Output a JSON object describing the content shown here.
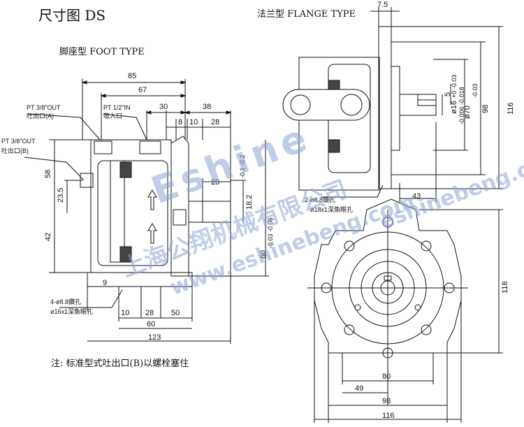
{
  "titles": {
    "main": "尺寸图 DS",
    "foot": "脚座型 FOOT TYPE",
    "flange": "法兰型 FLANGE TYPE"
  },
  "foot_labels": {
    "pt_out_a": "PT 3/8\"OUT",
    "pt_out_a_cn": "吐出口(A)",
    "pt_in": "PT 1/2\"IN",
    "pt_in_cn": "吸入口",
    "pt_out_b": "PT 3/8\"OUT",
    "pt_out_b_cn": "吐出口(B)",
    "holes1": "4-ø8.8鑽孔",
    "holes2": "ø16x1深魚眼孔"
  },
  "foot_dims": {
    "d85": "85",
    "d67": "67",
    "d30": "30",
    "d38": "38",
    "d8": "8",
    "d10": "10",
    "d28": "28",
    "d20": "20",
    "d58": "58",
    "d23_5": "23.5",
    "d42": "42",
    "d9": "9",
    "d10b": "10",
    "d28b": "28",
    "d50": "50",
    "d60": "60",
    "d123": "123",
    "d18_2": "18.2",
    "d18_2_tol": "-0.1 -0.2",
    "d60s": "60",
    "d60s_tol": "-0.03 -0.06"
  },
  "flange_labels": {
    "holes1": "2-ø8.8鑽孔",
    "holes2": "ø18x1深魚眼孔"
  },
  "flange_dims": {
    "d7_5": "7.5",
    "d43": "43",
    "d5": "5",
    "d5_tol": "+0 -0.03",
    "d16": "ø16",
    "d16_tol": "-0.006 -0.018",
    "d70": "ø70",
    "d70_tol": "-0.03",
    "d98": "98",
    "d116": "116",
    "d118": "118",
    "d80": "80",
    "d49": "49",
    "d98b": "98",
    "d116b": "116"
  },
  "note": "注: 标准型式吐出口(B)以螺栓塞住",
  "watermark": {
    "brand": "Eshine",
    "company": "上海公翔机械有限公司",
    "url1": "www.eshinebeng.com",
    "url2": "eshinebeng.com"
  }
}
